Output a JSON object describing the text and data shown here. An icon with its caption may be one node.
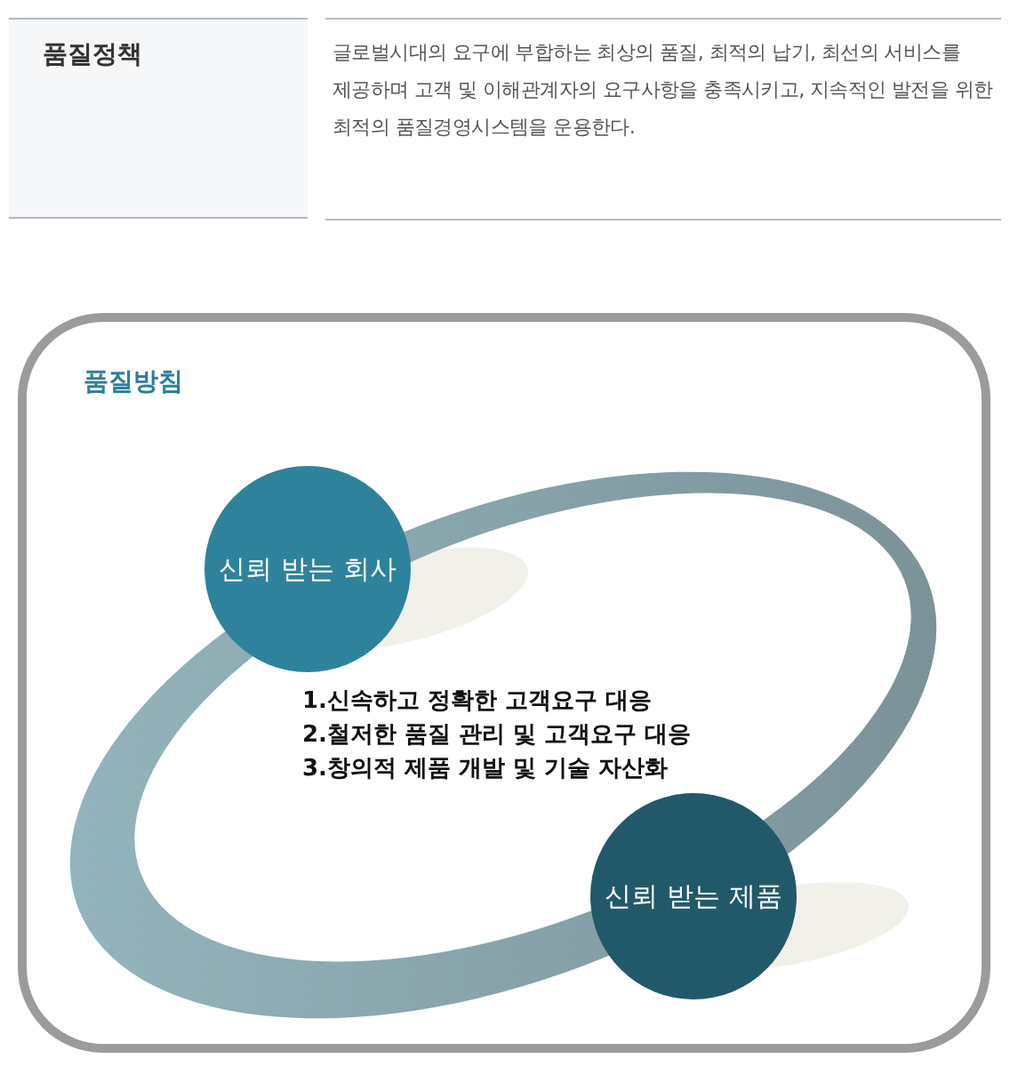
{
  "diagram": {
    "nodes": [
      {
        "text": [
          "품질방침",
          "1.신속하고 정확한 고객요구 대응",
          "2.철저한 품질 관리 및 고객요구 대응",
          "3.창의적 제품 개발 및 기술 자산화"
        ]
      },
      {
        "text": [
          "신뢰 받는 회사"
        ],
        "in": 0
      },
      {
        "text": [
          "신뢰 받는 제품"
        ],
        "in": 0
      }
    ],
    "labels": [
      "품질정책",
      "글로벌시대의 요구에 부합하는 최상의 품질, 최적의 납기, 최선의 서비스를 제공하며 고객 및 이해관계자의 요구사항을 충족시키고, 지속적인 발전을 위한 최적의 품질경영시스템을 운용한다."
    ]
  }
}
